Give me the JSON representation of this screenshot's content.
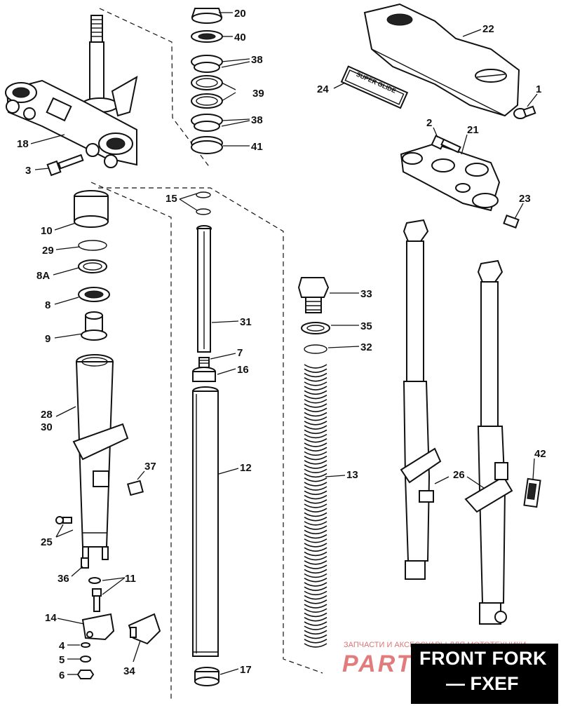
{
  "title": {
    "line1": "FRONT FORK",
    "line2": "— FXEF"
  },
  "watermark": {
    "text": "ЗАПЧАСТИ И АКСЕССУАРЫ ДЛЯ МОТОТЕХНИКИ",
    "logo": "PARTS"
  },
  "emblem": {
    "text": "SUPER GLIDE"
  },
  "callouts": {
    "c20": "20",
    "c40": "40",
    "c38a": "38",
    "c39": "39",
    "c38b": "38",
    "c41": "41",
    "c22": "22",
    "c24": "24",
    "c1": "1",
    "c18": "18",
    "c3": "3",
    "c2": "2",
    "c21": "21",
    "c23": "23",
    "c15": "15",
    "c10": "10",
    "c29": "29",
    "c8a": "8A",
    "c8": "8",
    "c9": "9",
    "c31": "31",
    "c33": "33",
    "c35": "35",
    "c32": "32",
    "c7": "7",
    "c16": "16",
    "c28": "28",
    "c30": "30",
    "c12": "12",
    "c13": "13",
    "c37": "37",
    "c42": "42",
    "c26": "26",
    "c25": "25",
    "c36": "36",
    "c11": "11",
    "c14": "14",
    "c4": "4",
    "c5": "5",
    "c6": "6",
    "c34": "34",
    "c17": "17"
  },
  "colors": {
    "ink": "#111111",
    "title_bg": "#000000",
    "title_text": "#ffffff",
    "watermark": "#bb0000"
  }
}
